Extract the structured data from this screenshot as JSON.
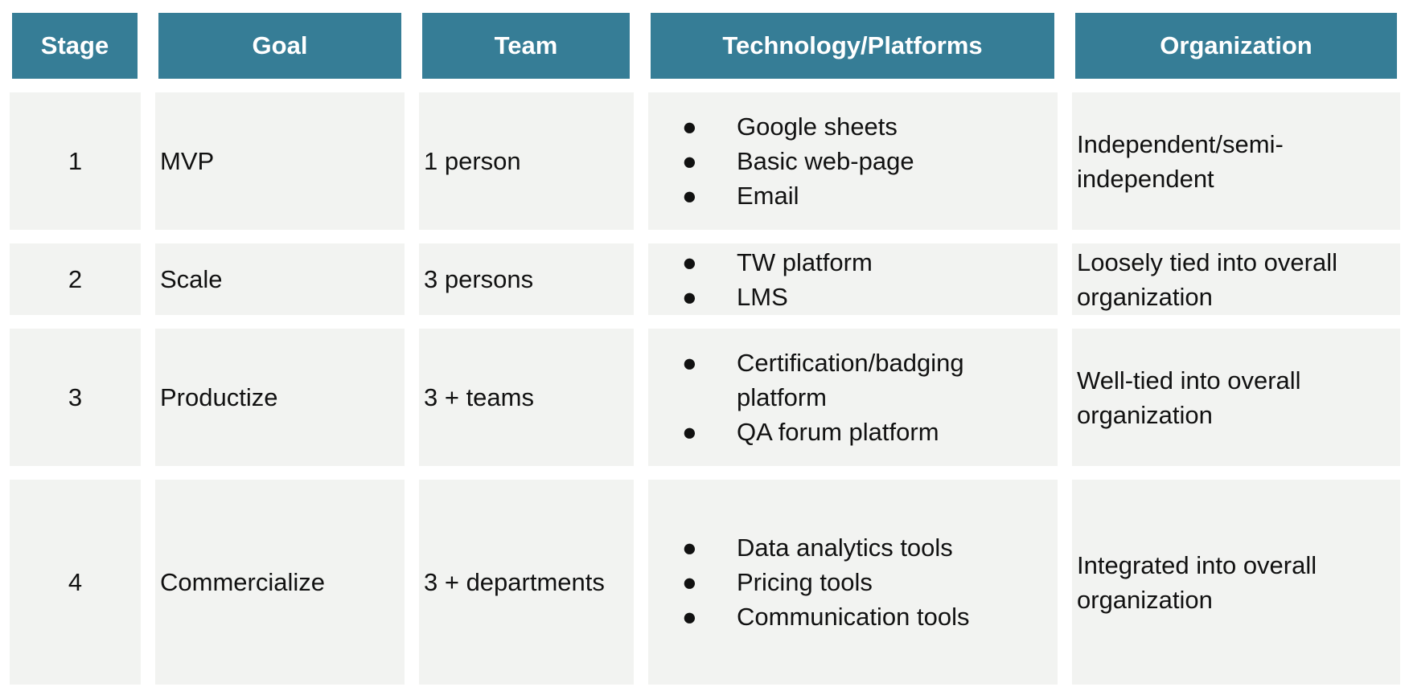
{
  "headers": [
    "Stage",
    "Goal",
    "Team",
    "Technology/Platforms",
    "Organization"
  ],
  "rows": [
    {
      "stage": "1",
      "goal": "MVP",
      "team": "1 person",
      "tech": [
        "Google sheets",
        "Basic web-page",
        "Email"
      ],
      "org": "Independent/semi-\nindependent"
    },
    {
      "stage": "2",
      "goal": "Scale",
      "team": "3 persons",
      "tech": [
        "TW platform",
        "LMS"
      ],
      "org": "Loosely tied into overall organization"
    },
    {
      "stage": "3",
      "goal": "Productize",
      "team": "3 + teams",
      "tech": [
        "Certification/badging platform",
        "QA forum platform"
      ],
      "org": "Well-tied into overall organization"
    },
    {
      "stage": "4",
      "goal": "Commercialize",
      "team": "3 + departments",
      "tech": [
        "Data analytics tools",
        "Pricing tools",
        "Communication tools"
      ],
      "org": "Integrated into overall organization"
    }
  ],
  "colors": {
    "header_bg": "#367d96",
    "header_text": "#ffffff",
    "cell_bg": "#f2f3f1"
  }
}
